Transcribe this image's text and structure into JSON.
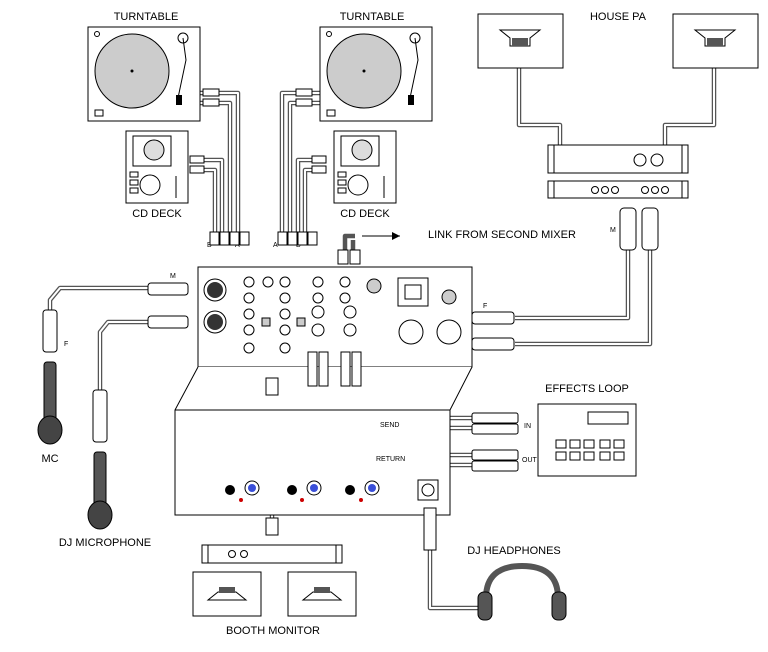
{
  "labels": {
    "turntable_left": "TURNTABLE",
    "turntable_right": "TURNTABLE",
    "house_pa": "HOUSE PA",
    "cd_deck_left": "CD DECK",
    "cd_deck_right": "CD DECK",
    "link": "LINK FROM SECOND MIXER",
    "effects_loop": "EFFECTS LOOP",
    "mc": "MC",
    "dj_microphone": "DJ MICROPHONE",
    "dj_headphones": "DJ HEADPHONES",
    "booth_monitor": "BOOTH MONITOR"
  },
  "small_labels": {
    "b_left": "B",
    "a_left": "A",
    "a_right": "A",
    "b_right": "B",
    "m_mic": "M",
    "f_mic": "F",
    "m_pa": "M",
    "f_pa": "F",
    "send": "SEND",
    "return": "RETURN",
    "in": "IN",
    "out": "OUT"
  },
  "colors": {
    "cable": "#555555",
    "device": "#ffffff",
    "knob_accent": "#3a4fd8",
    "led": "#cc0000"
  }
}
